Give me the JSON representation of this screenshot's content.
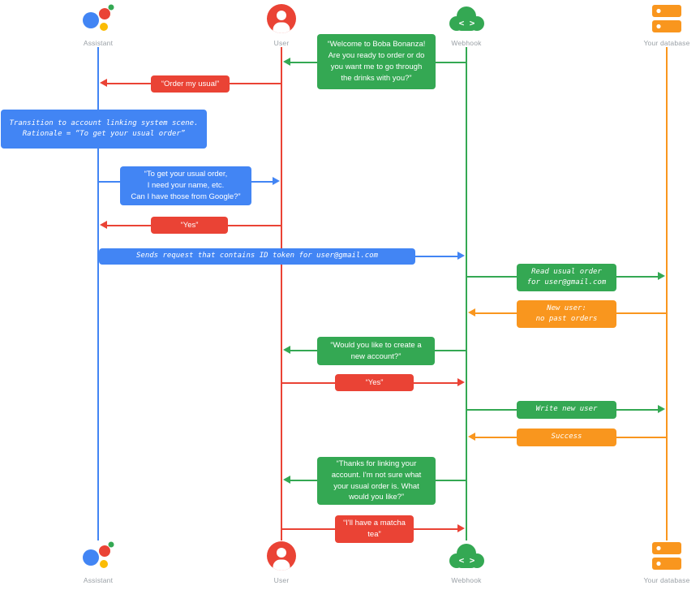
{
  "colors": {
    "blue": "#4285F4",
    "red": "#EA4335",
    "green": "#34A853",
    "orange": "#F9961E",
    "yellow": "#FBBC04",
    "gray": "#9AA0A6"
  },
  "actors": {
    "assistant": {
      "label": "Assistant"
    },
    "user": {
      "label": "User"
    },
    "webhook": {
      "label": "Webhook"
    },
    "database": {
      "label": "Your database"
    }
  },
  "note": {
    "text": "Transition to account linking system scene.\nRationale = “To get your usual order”"
  },
  "messages": {
    "welcome": {
      "text": "“Welcome to Boba Bonanza!\nAre you ready to order or do\nyou want me to go through\nthe drinks with you?”"
    },
    "order_usual": {
      "text": "“Order my usual”"
    },
    "need_name": {
      "text": "“To get your usual order,\nI need your name, etc.\nCan I have those from Google?”"
    },
    "yes_1": {
      "text": "“Yes”"
    },
    "send_request": {
      "text": "Sends request that contains ID token for user@gmail.com"
    },
    "read_order": {
      "text": "Read usual order\nfor user@gmail.com"
    },
    "new_user": {
      "text": "New user:\nno past orders"
    },
    "create_account": {
      "text": "“Would you like to create a\nnew account?”"
    },
    "yes_2": {
      "text": "“Yes”"
    },
    "write_user": {
      "text": "Write new user"
    },
    "success": {
      "text": "Success"
    },
    "thanks": {
      "text": "“Thanks for linking your\naccount. I'm not sure what\nyour usual order is. What\nwould you like?”"
    },
    "matcha": {
      "text": "“I'll have a matcha\ntea”"
    }
  }
}
